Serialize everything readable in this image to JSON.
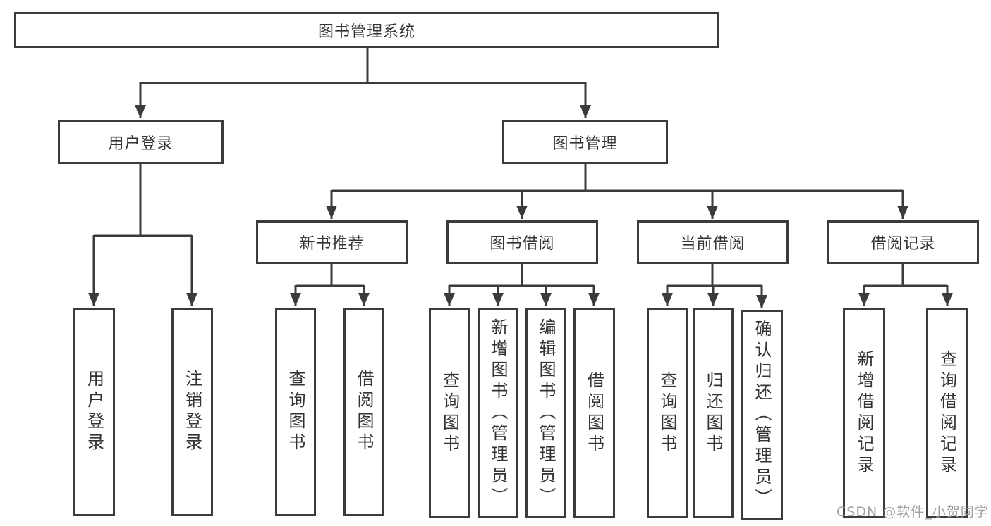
{
  "tree": {
    "label": "图书管理系统",
    "children": [
      {
        "label": "用户登录",
        "children": [
          {
            "label": "用户登录"
          },
          {
            "label": "注销登录"
          }
        ]
      },
      {
        "label": "图书管理",
        "children": [
          {
            "label": "新书推荐",
            "children": [
              {
                "label": "查询图书"
              },
              {
                "label": "借阅图书"
              }
            ]
          },
          {
            "label": "图书借阅",
            "children": [
              {
                "label": "查询图书"
              },
              {
                "label": "新增图书（管理员）"
              },
              {
                "label": "编辑图书（管理员）"
              },
              {
                "label": "借阅图书"
              }
            ]
          },
          {
            "label": "当前借阅",
            "children": [
              {
                "label": "查询图书"
              },
              {
                "label": "归还图书"
              },
              {
                "label": "确认归还（管理员）"
              }
            ]
          },
          {
            "label": "借阅记录",
            "children": [
              {
                "label": "新增借阅记录"
              },
              {
                "label": "查询借阅记录"
              }
            ]
          }
        ]
      }
    ]
  },
  "watermark": {
    "text": "CSDN @软件_小贺同学"
  },
  "colors": {
    "line": "#3b3b3b",
    "text": "#333333",
    "background": "#ffffff",
    "watermark": "#969698"
  }
}
